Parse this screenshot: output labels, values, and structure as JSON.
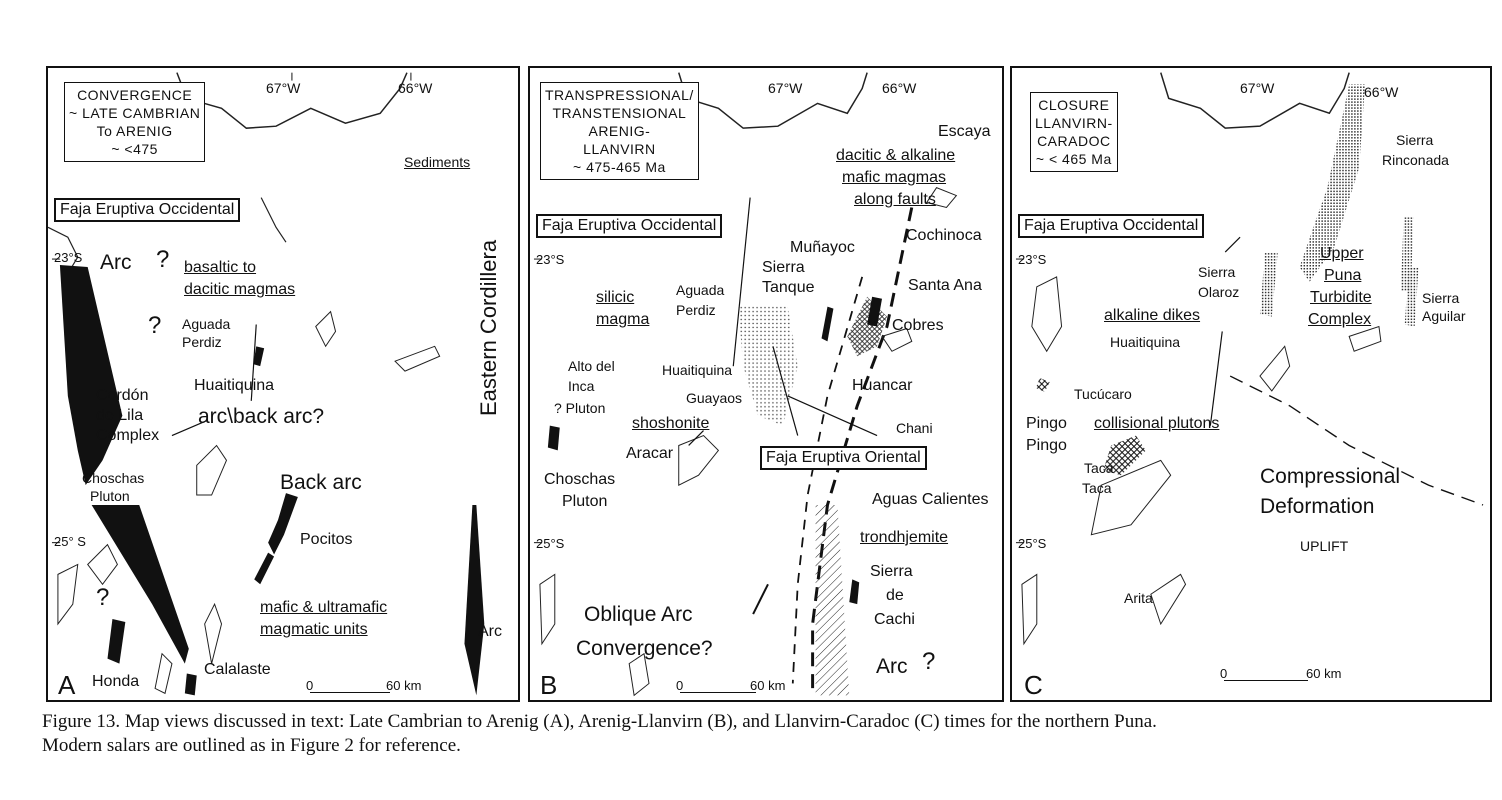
{
  "panels": {
    "a": {
      "letter": "A",
      "title_lines": [
        "CONVERGENCE",
        "~ LATE CAMBRIAN",
        "To ARENIG",
        "~ <475"
      ],
      "lon1": "67°W",
      "lon2": "66°W",
      "lat1": "23°S",
      "lat2": "25° S",
      "faja": "Faja Eruptiva Occidental",
      "sediments": "Sediments",
      "eastern_cordillera": "Eastern Cordillera",
      "arc": "Arc",
      "q": "?",
      "basaltic_1": "basaltic to",
      "basaltic_2": "dacitic magmas",
      "aguada_1": "Aguada",
      "aguada_2": "Perdiz",
      "huaitiquina": "Huaitiquina",
      "arc_back_arc": "arc\\back arc?",
      "cordon_1": "Cordón",
      "cordon_2": "de Lila",
      "cordon_3": "Complex",
      "choschas_1": "Choschas",
      "choschas_2": "Pluton",
      "back_arc": "Back arc",
      "pocitos": "Pocitos",
      "mafic_1": "mafic & ultramafic",
      "mafic_2": "magmatic units",
      "honda": "Honda",
      "calalaste": "Calalaste",
      "arc_right": "Arc",
      "scale_0": "0",
      "scale_60": "60 km"
    },
    "b": {
      "letter": "B",
      "title_lines": [
        "TRANSPRESSIONAL/",
        "TRANSTENSIONAL",
        "ARENIG-",
        "LLANVIRN",
        "~ 475-465 Ma"
      ],
      "lon1": "67°W",
      "lon2": "66°W",
      "lat1": "23°S",
      "lat2": "25°S",
      "faja_occ": "Faja Eruptiva Occidental",
      "faja_ori": "Faja Eruptiva Oriental",
      "escaya": "Escaya",
      "dacitic_1": "dacitic & alkaline",
      "dacitic_2": "mafic magmas",
      "dacitic_3": "along faults",
      "cochinoca": "Cochinoca",
      "munayoc": "Muñayoc",
      "sierra_tanque_1": "Sierra",
      "sierra_tanque_2": "Tanque",
      "santa_ana": "Santa Ana",
      "silicic_1": "silicic",
      "silicic_2": "magma",
      "aguada_1": "Aguada",
      "aguada_2": "Perdiz",
      "cobres": "Cobres",
      "alto_1": "Alto del",
      "alto_2": "Inca",
      "alto_3": "? Pluton",
      "huaitiquina": "Huaitiquina",
      "guayaos": "Guayaos",
      "huancar": "Huancar",
      "shoshonite": "shoshonite",
      "chani": "Chani",
      "aracar": "Aracar",
      "choschas_1": "Choschas",
      "choschas_2": "Pluton",
      "aguas": "Aguas Calientes",
      "trondhjemite": "trondhjemite",
      "sierra_cachi_1": "Sierra",
      "sierra_cachi_2": "de",
      "sierra_cachi_3": "Cachi",
      "oblique_1": "Oblique Arc",
      "oblique_2": "Convergence?",
      "arc": "Arc",
      "q": "?",
      "scale_0": "0",
      "scale_60": "60 km"
    },
    "c": {
      "letter": "C",
      "title_lines": [
        "CLOSURE",
        "LLANVIRN-",
        "CARADOC",
        "~ < 465 Ma"
      ],
      "lon1": "67°W",
      "lon2": "66°W",
      "lat1": "23°S",
      "lat2": "25°S",
      "faja": "Faja Eruptiva Occidental",
      "sierra_rinconada_1": "Sierra",
      "sierra_rinconada_2": "Rinconada",
      "sierra_olaroz_1": "Sierra",
      "sierra_olaroz_2": "Olaroz",
      "upper_1": "Upper",
      "upper_2": "Puna",
      "upper_3": "Turbidite",
      "upper_4": "Complex",
      "sierra_aguilar_1": "Sierra",
      "sierra_aguilar_2": "Aguilar",
      "alkaline": "alkaline dikes",
      "huaitiquina": "Huaitiquina",
      "tucucaro": "Tucúcaro",
      "pingo_1": "Pingo",
      "pingo_2": "Pingo",
      "collisional": "collisional plutons",
      "taca_1": "Taca",
      "taca_2": "Taca",
      "compressional_1": "Compressional",
      "compressional_2": "Deformation",
      "uplift": "UPLIFT",
      "arita": "Arita",
      "scale_0": "0",
      "scale_60": "60 km"
    }
  },
  "caption": {
    "line1": "Figure 13. Map views discussed in text: Late Cambrian to Arenig (A), Arenig-Llanvirn (B), and Llanvirn-Caradoc (C) times for the northern Puna.",
    "line2": "Modern salars are outlined as in Figure 2 for reference."
  }
}
